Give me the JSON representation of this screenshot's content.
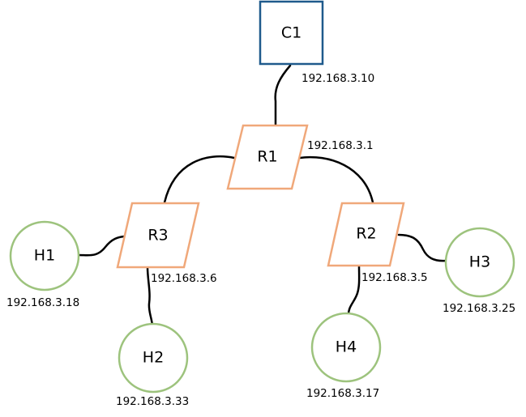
{
  "colors": {
    "controller_border": "#1f5a8c",
    "router_border": "#f0a87a",
    "host_border": "#9dc37d",
    "link": "#000000"
  },
  "nodes": {
    "c1": {
      "label": "C1",
      "ip": "192.168.3.10"
    },
    "r1": {
      "label": "R1",
      "ip": "192.168.3.1"
    },
    "r2": {
      "label": "R2",
      "ip": "192.168.3.5"
    },
    "r3": {
      "label": "R3",
      "ip": "192.168.3.6"
    },
    "h1": {
      "label": "H1",
      "ip": "192.168.3.18"
    },
    "h2": {
      "label": "H2",
      "ip": "192.168.3.33"
    },
    "h3": {
      "label": "H3",
      "ip": "192.168.3.25"
    },
    "h4": {
      "label": "H4",
      "ip": "192.168.3.17"
    }
  }
}
